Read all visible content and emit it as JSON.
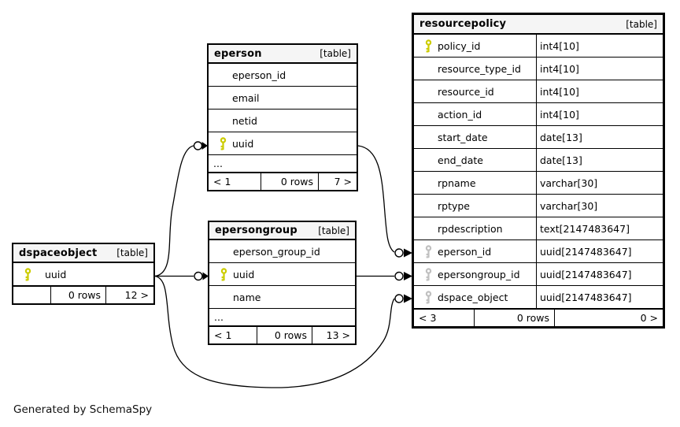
{
  "diagram": {
    "caption": "Generated by SchemaSpy",
    "colors": {
      "pk_key": "#cccc00",
      "fk_key": "#c0c0c0",
      "header_bg": "#f5f5f5",
      "line": "#000000"
    }
  },
  "tables": [
    {
      "name": "dspaceobject",
      "badge": "[table]",
      "columns": [
        {
          "name": "uuid",
          "key": "pk"
        }
      ],
      "footer": {
        "left": "",
        "mid": "0 rows",
        "right": "12 >"
      }
    },
    {
      "name": "eperson",
      "badge": "[table]",
      "columns": [
        {
          "name": "eperson_id",
          "key": "none"
        },
        {
          "name": "email",
          "key": "none"
        },
        {
          "name": "netid",
          "key": "none"
        },
        {
          "name": "uuid",
          "key": "pk"
        }
      ],
      "ellipsis": "...",
      "footer": {
        "left": "< 1",
        "mid": "0 rows",
        "right": "7 >"
      }
    },
    {
      "name": "epersongroup",
      "badge": "[table]",
      "columns": [
        {
          "name": "eperson_group_id",
          "key": "none"
        },
        {
          "name": "uuid",
          "key": "pk"
        },
        {
          "name": "name",
          "key": "none"
        }
      ],
      "ellipsis": "...",
      "footer": {
        "left": "< 1",
        "mid": "0 rows",
        "right": "13 >"
      }
    },
    {
      "name": "resourcepolicy",
      "badge": "[table]",
      "columns": [
        {
          "name": "policy_id",
          "key": "pk",
          "type": "int4[10]"
        },
        {
          "name": "resource_type_id",
          "key": "none",
          "type": "int4[10]"
        },
        {
          "name": "resource_id",
          "key": "none",
          "type": "int4[10]"
        },
        {
          "name": "action_id",
          "key": "none",
          "type": "int4[10]"
        },
        {
          "name": "start_date",
          "key": "none",
          "type": "date[13]"
        },
        {
          "name": "end_date",
          "key": "none",
          "type": "date[13]"
        },
        {
          "name": "rpname",
          "key": "none",
          "type": "varchar[30]"
        },
        {
          "name": "rptype",
          "key": "none",
          "type": "varchar[30]"
        },
        {
          "name": "rpdescription",
          "key": "none",
          "type": "text[2147483647]"
        },
        {
          "name": "eperson_id",
          "key": "fk",
          "type": "uuid[2147483647]"
        },
        {
          "name": "epersongroup_id",
          "key": "fk",
          "type": "uuid[2147483647]"
        },
        {
          "name": "dspace_object",
          "key": "fk",
          "type": "uuid[2147483647]"
        }
      ],
      "footer": {
        "left": "< 3",
        "mid": "0 rows",
        "right": "0 >"
      }
    }
  ],
  "relationships": [
    {
      "from": "dspaceobject.uuid",
      "to": "eperson.uuid"
    },
    {
      "from": "dspaceobject.uuid",
      "to": "epersongroup.uuid"
    },
    {
      "from": "dspaceobject.uuid",
      "to": "resourcepolicy.dspace_object"
    },
    {
      "from": "eperson.uuid",
      "to": "resourcepolicy.eperson_id"
    },
    {
      "from": "epersongroup.uuid",
      "to": "resourcepolicy.epersongroup_id"
    }
  ]
}
